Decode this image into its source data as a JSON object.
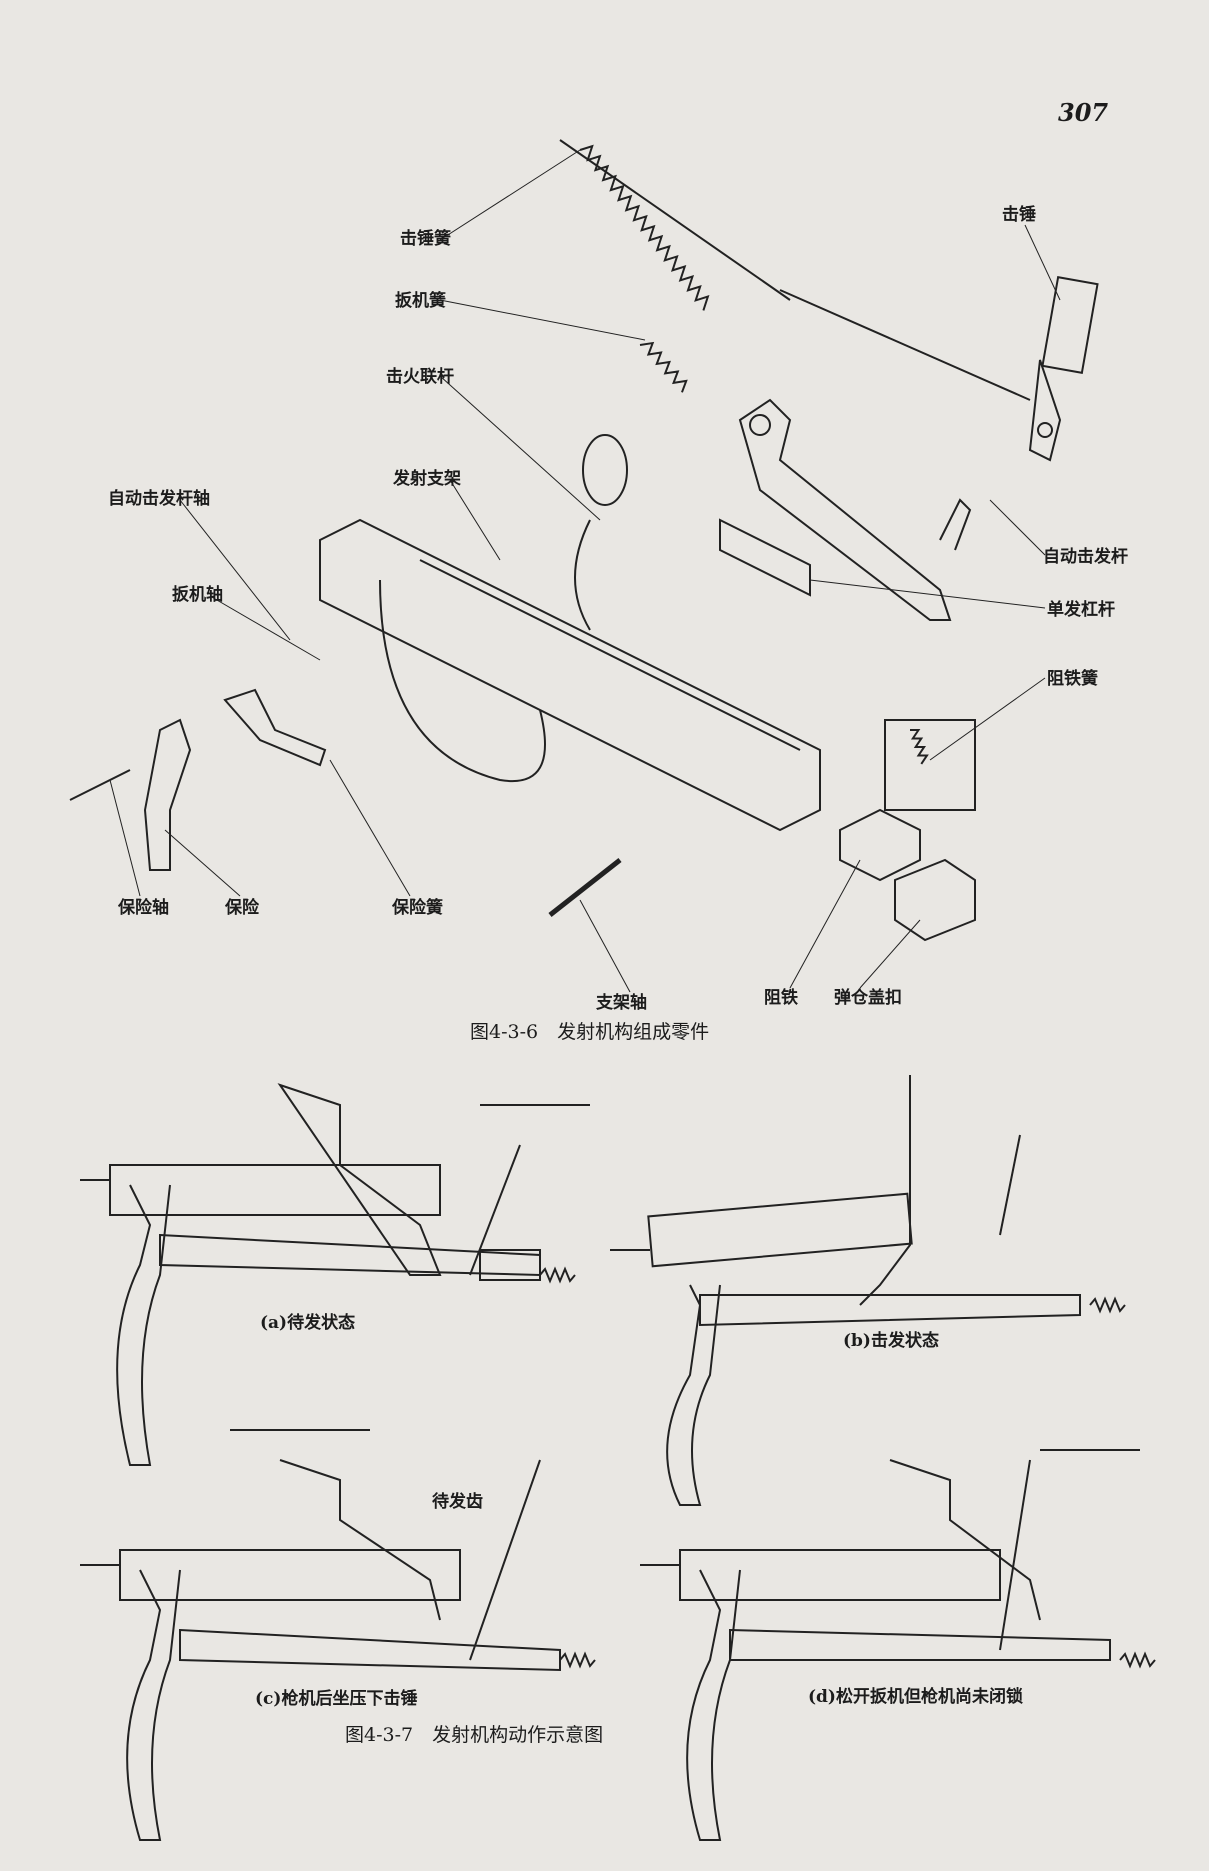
{
  "page_number": "307",
  "figure_4_3_6": {
    "caption": "图4-3-6　发射机构组成零件",
    "labels": {
      "hammer_spring": "击锤簧",
      "hammer": "击锤",
      "trigger_spring": "扳机簧",
      "firing_link": "击火联杆",
      "firing_bracket": "发射支架",
      "auto_trip_lever_pin": "自动击发杆轴",
      "auto_trip_lever": "自动击发杆",
      "trigger_pin": "扳机轴",
      "single_shot_lever": "单发杠杆",
      "sear_spring": "阻铁簧",
      "safety_pin": "保险轴",
      "safety": "保险",
      "safety_spring": "保险簧",
      "bracket_pin": "支架轴",
      "sear": "阻铁",
      "magazine_catch": "弹仓盖扣"
    }
  },
  "figure_4_3_7": {
    "caption": "图4-3-7　发射机构动作示意图",
    "panels": {
      "a": "(a)待发状态",
      "b": "(b)击发状态",
      "c": "(c)枪机后坐压下击锤",
      "d": "(d)松开扳机但枪机尚未闭锁"
    },
    "cocking_notch_label": "待发齿"
  }
}
